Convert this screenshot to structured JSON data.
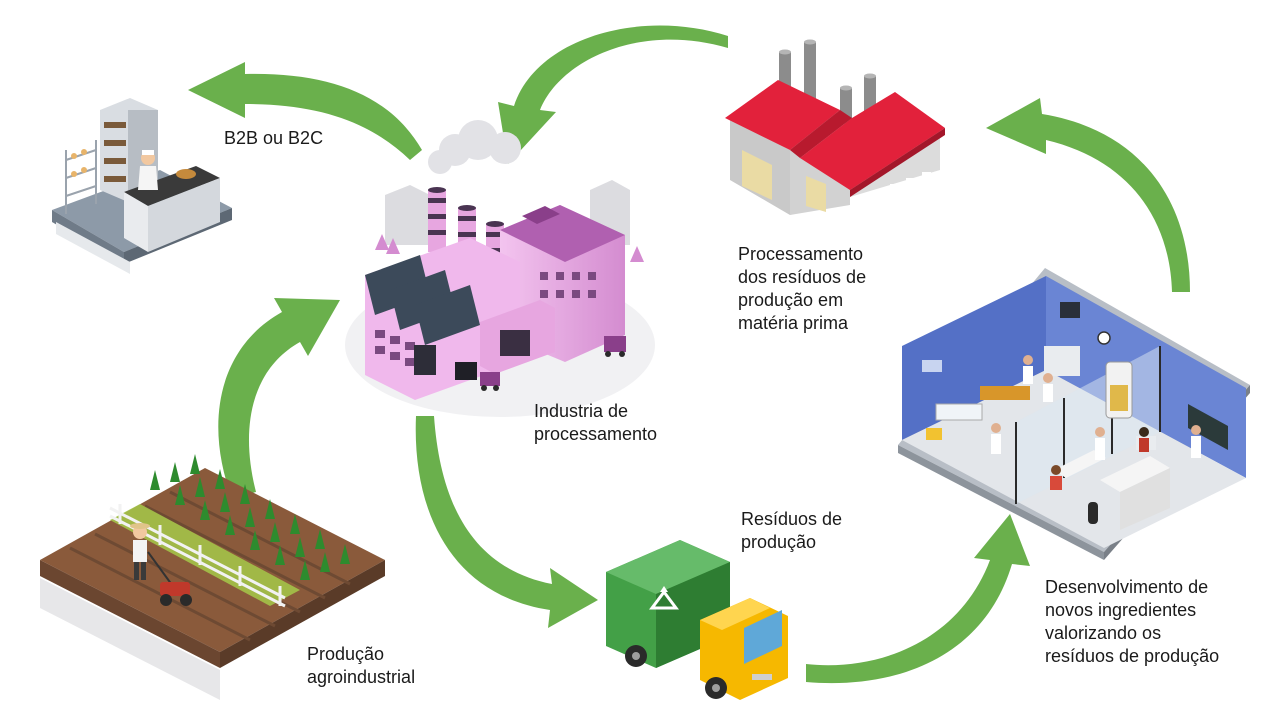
{
  "diagram": {
    "nodes": [
      {
        "id": "b2b",
        "label": "B2B ou B2C",
        "icon": "bakery-icon"
      },
      {
        "id": "industry",
        "label": "Industria de\nprocessamento",
        "icon": "processing-factory-icon"
      },
      {
        "id": "waste-processing",
        "label": "Processamento\ndos resíduos de\nprodução em\nmatéria prima",
        "icon": "red-roof-factory-icon"
      },
      {
        "id": "agro",
        "label": "Produção\nagroindustrial",
        "icon": "farm-field-icon"
      },
      {
        "id": "waste",
        "label": "Resíduos de\nprodução",
        "icon": "recycling-truck-icon"
      },
      {
        "id": "lab",
        "label": "Desenvolvimento de\nnovos ingredientes\nvalorizando os\nresíduos de produção",
        "icon": "laboratory-icon"
      }
    ],
    "edges": [
      {
        "from": "agro",
        "to": "industry"
      },
      {
        "from": "industry",
        "to": "b2b"
      },
      {
        "from": "industry",
        "to": "waste"
      },
      {
        "from": "waste",
        "to": "lab"
      },
      {
        "from": "lab",
        "to": "waste-processing"
      },
      {
        "from": "waste-processing",
        "to": "industry"
      }
    ],
    "colors": {
      "arrow": "#6ab04c",
      "factory_pink": "#e7a6e0",
      "roof_red": "#e2213b",
      "truck_green": "#43a047",
      "truck_yellow": "#f6b800",
      "lab_wall": "#5470c6"
    }
  }
}
